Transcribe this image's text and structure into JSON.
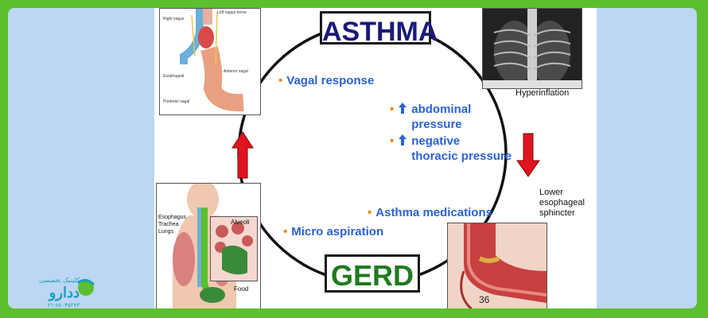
{
  "slide": {
    "title_top": "ASTHMA",
    "title_bottom": "GERD",
    "bullets": {
      "vagal": "Vagal response",
      "abdominal": "abdominal\npressure",
      "thoracic": "negative\nthoracic pressure",
      "medications": "Asthma medications",
      "aspiration": "Micro aspiration"
    },
    "captions": {
      "hyperinflation": "Hyperinflation",
      "sphincter": "Lower\nesophageal\nsphincter",
      "esophagus": "Esophagus\nTrachea\nLungs",
      "alveoli": "Alveoli",
      "food": "Food"
    },
    "page_number": "36",
    "colors": {
      "accent_bullet": "#ee8a1a",
      "bullet_text": "#2a62d6",
      "asthma": "#1a1a7a",
      "gerd": "#1f7a1f",
      "arrow": "#e0141e"
    }
  },
  "watermark": {
    "tagline": "کلینیک تخصصی",
    "brand": "ددارو",
    "phone": "۰۲۱-۸۸۰۴۵۲۷۳"
  }
}
